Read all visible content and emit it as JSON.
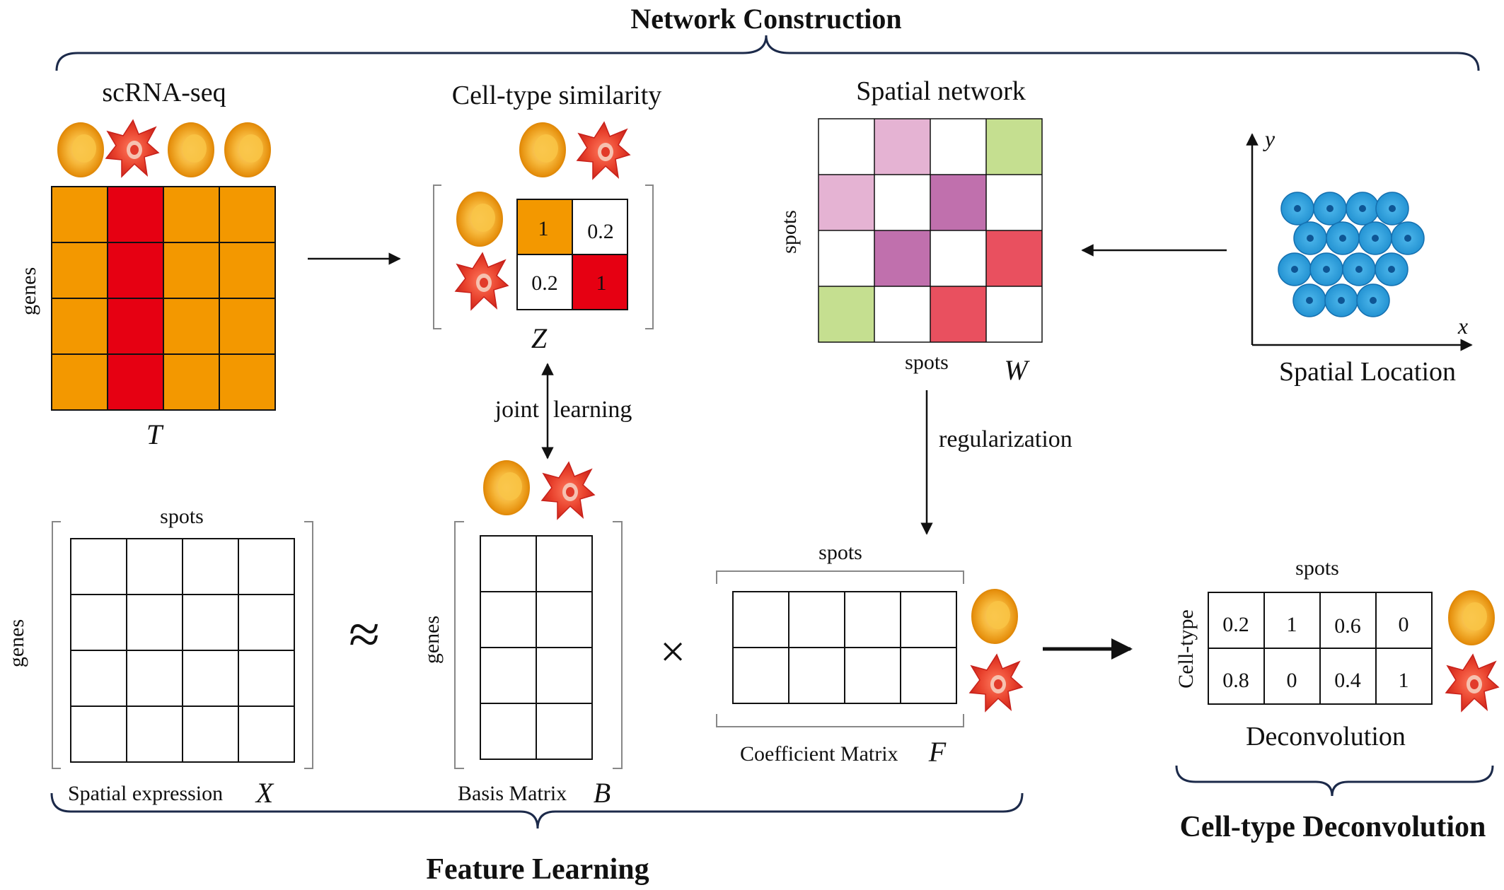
{
  "sections": {
    "network_construction": "Network Construction",
    "feature_learning": "Feature Learning",
    "deconvolution": "Cell-type Deconvolution"
  },
  "scrna": {
    "title": "scRNA-seq",
    "axis_label": "genes",
    "matrix_symbol": "T"
  },
  "similarity": {
    "title": "Cell-type similarity",
    "matrix_symbol": "Z",
    "values": [
      "1",
      "0.2",
      "0.2",
      "1"
    ]
  },
  "spatial_network": {
    "title": "Spatial network",
    "row_label": "spots",
    "col_label": "spots",
    "matrix_symbol": "W"
  },
  "spatial_location": {
    "title": "Spatial Location",
    "x_axis": "x",
    "y_axis": "y"
  },
  "joint_learning": {
    "word1": "joint",
    "word2": "learning"
  },
  "regularization": "regularization",
  "spatial_expression": {
    "col_label": "spots",
    "row_label": "genes",
    "caption": "Spatial expression",
    "symbol": "X"
  },
  "operators": {
    "approx": "≈",
    "times": "×"
  },
  "basis": {
    "row_label": "genes",
    "caption": "Basis Matrix",
    "symbol": "B"
  },
  "coefficient": {
    "col_label": "spots",
    "caption": "Coefficient Matrix",
    "symbol": "F"
  },
  "deconv": {
    "col_label": "spots",
    "row_label": "Cell-type",
    "caption": "Deconvolution",
    "values": [
      "0.2",
      "1",
      "0.6",
      "0",
      "0.8",
      "0",
      "0.4",
      "1"
    ]
  },
  "colors": {
    "orange": "#f39800",
    "red": "#e60012",
    "pink": "#e5b3d3",
    "purple": "#c070ad",
    "green": "#c5df90",
    "coral": "#e9505f",
    "blue": "#2ea7e0",
    "navy": "#1c2a4a"
  },
  "icons": [
    "round-cell-icon",
    "star-cell-icon",
    "spot-cell-icon"
  ]
}
